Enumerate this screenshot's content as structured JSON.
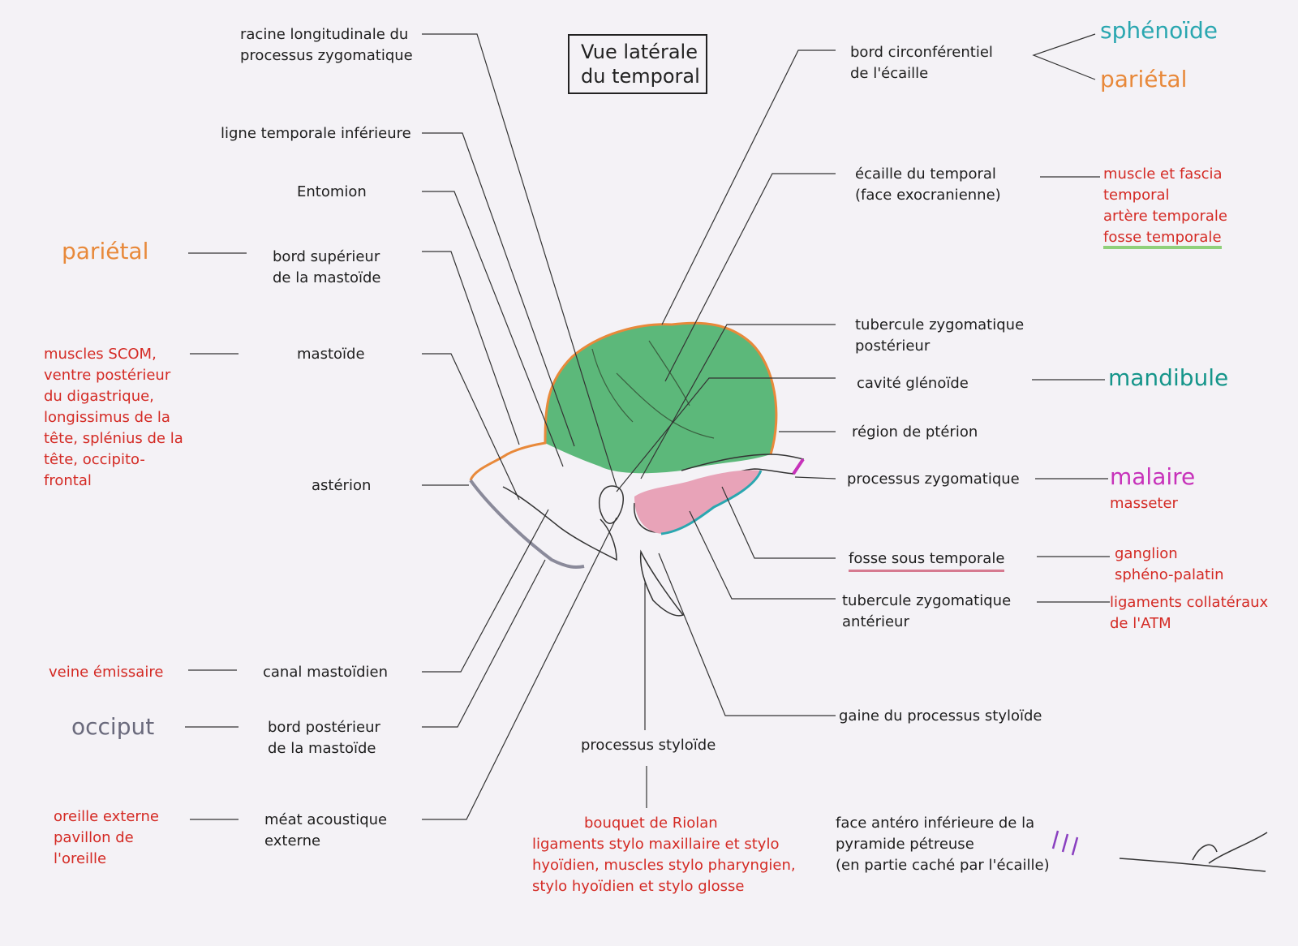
{
  "title": [
    "Vue latérale",
    "du temporal"
  ],
  "left_labels": {
    "racine": [
      "racine longitudinale du",
      "processus zygomatique"
    ],
    "ligne": "ligne temporale inférieure",
    "entomion": "Entomion",
    "bord_sup": [
      "bord supérieur",
      "de la mastoïde"
    ],
    "mastoide": "mastoïde",
    "asterion": "astérion",
    "canal": "canal mastoïdien",
    "bord_post": [
      "bord postérieur",
      "de la mastoïde"
    ],
    "meat": [
      "méat acoustique",
      "externe"
    ]
  },
  "far_left": {
    "parietal": "pariétal",
    "muscles": [
      "muscles SCOM,",
      "ventre postérieur",
      "du digastrique,",
      "longissimus de la",
      "tête, splénius de la",
      "tête, occipito-",
      "frontal"
    ],
    "veine": "veine émissaire",
    "occiput": "occiput",
    "oreille": [
      "oreille externe",
      "pavillon de",
      "l'oreille"
    ]
  },
  "right_labels": {
    "bord_circ": [
      "bord circonférentiel",
      "de l'écaille"
    ],
    "ecaille": [
      "écaille du temporal",
      "(face exocranienne)"
    ],
    "tub_post": [
      "tubercule zygomatique",
      "postérieur"
    ],
    "cavite": "cavité glénoïde",
    "pterion": "région de ptérion",
    "proc_zygo": "processus zygomatique",
    "fosse_sous": "fosse sous temporale",
    "tub_ant": [
      "tubercule zygomatique",
      "antérieur"
    ],
    "gaine": "gaine du processus styloïde",
    "face": [
      "face antéro inférieure de la",
      "pyramide pétreuse",
      "(en partie caché par l'écaille)"
    ]
  },
  "far_right": {
    "sphenoide": "sphénoïde",
    "parietal": "pariétal",
    "muscle": [
      "muscle et fascia",
      "temporal",
      "artère temporale",
      "fosse temporale"
    ],
    "mandibule": "mandibule",
    "malaire": "malaire",
    "masseter": "masseter",
    "ganglion": [
      "ganglion",
      "sphéno-palatin"
    ],
    "ligaments": [
      "ligaments collatéraux",
      "de l'ATM"
    ]
  },
  "bottom": {
    "styloide": "processus styloïde",
    "riolan": [
      "bouquet de Riolan",
      "ligaments stylo maxillaire et stylo",
      "hyoïdien, muscles stylo pharyngien,",
      "stylo hyoïdien et stylo glosse"
    ]
  },
  "hatch_symbol": "///",
  "colors": {
    "squama_fill": "#5cb87a",
    "border_orange": "#e8893a",
    "fossa_pink": "#e8a3b8",
    "border_teal": "#2aa7b0",
    "border_magenta": "#c732ba",
    "border_grey": "#8a8a9a",
    "label_red": "#d42a24"
  }
}
